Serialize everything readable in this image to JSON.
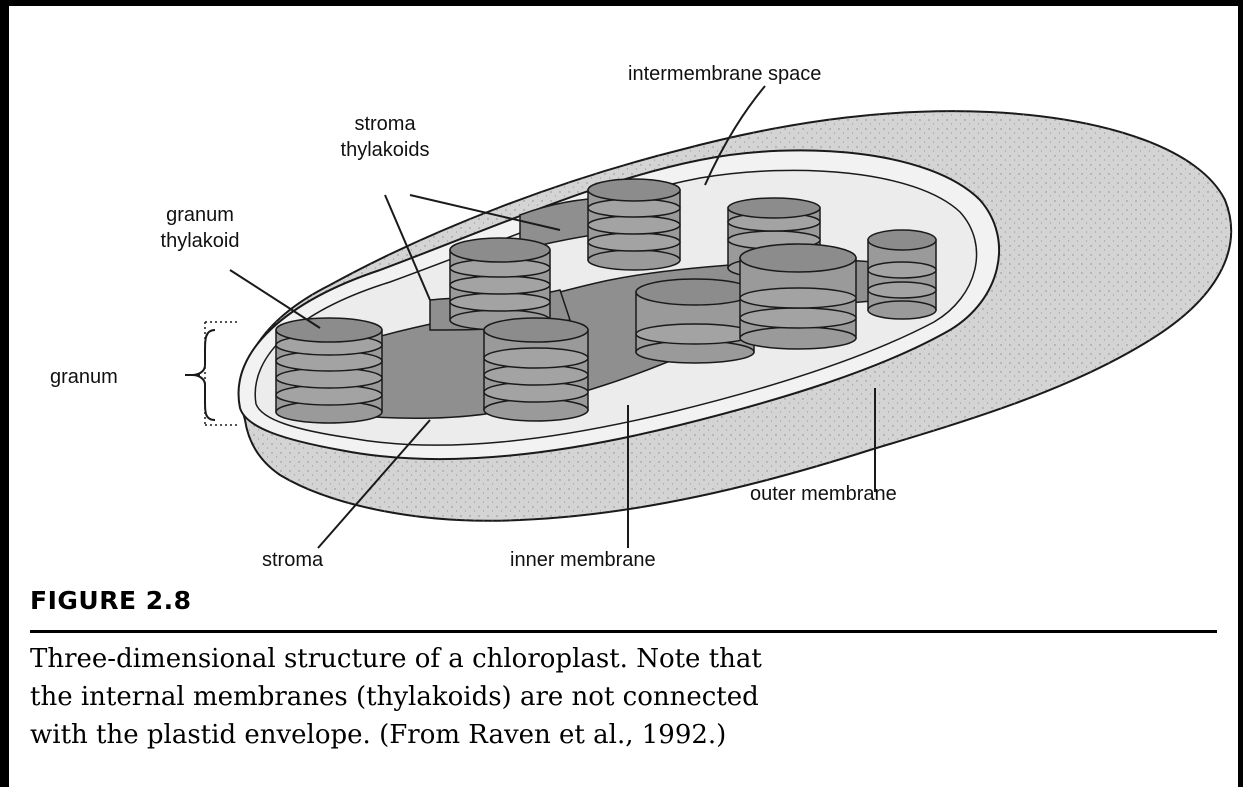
{
  "labels": {
    "intermembrane_space": "intermembrane space",
    "stroma_thylakoids_1": "stroma",
    "stroma_thylakoids_2": "thylakoids",
    "granum_thylakoid_1": "granum",
    "granum_thylakoid_2": "thylakoid",
    "granum": "granum",
    "outer_membrane": "outer membrane",
    "stroma": "stroma",
    "inner_membrane": "inner membrane"
  },
  "figure": {
    "title": "FIGURE 2.8",
    "caption_lines": [
      "Three-dimensional structure of a chloroplast. Note that",
      "the internal membranes (thylakoids) are not connected",
      "with the plastid envelope. (From Raven et al., 1992.)"
    ]
  },
  "colors": {
    "stack_fill": "#9a9a9a",
    "stack_top": "#8c8c8c",
    "stroma_fill": "#ebebeb",
    "envelope_fill": "#d9d9d9",
    "outline": "#1a1a1a"
  }
}
